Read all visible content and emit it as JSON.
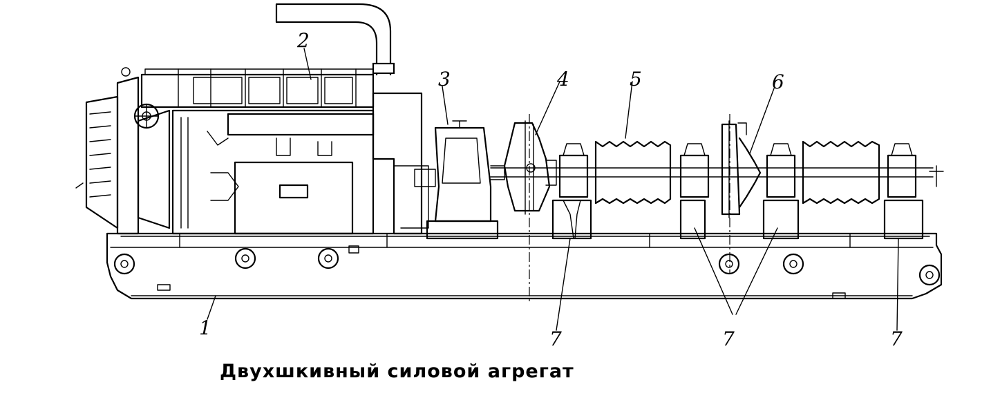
{
  "caption": "Двухшкивный силовой агрегат",
  "labels": {
    "frame": "1",
    "engine": "2",
    "gearbox": "3",
    "clutch_left": "4",
    "pulley_left": "5",
    "clutch_right": "6",
    "supports_left": "7",
    "supports_middle": "7",
    "supports_right": "7"
  }
}
